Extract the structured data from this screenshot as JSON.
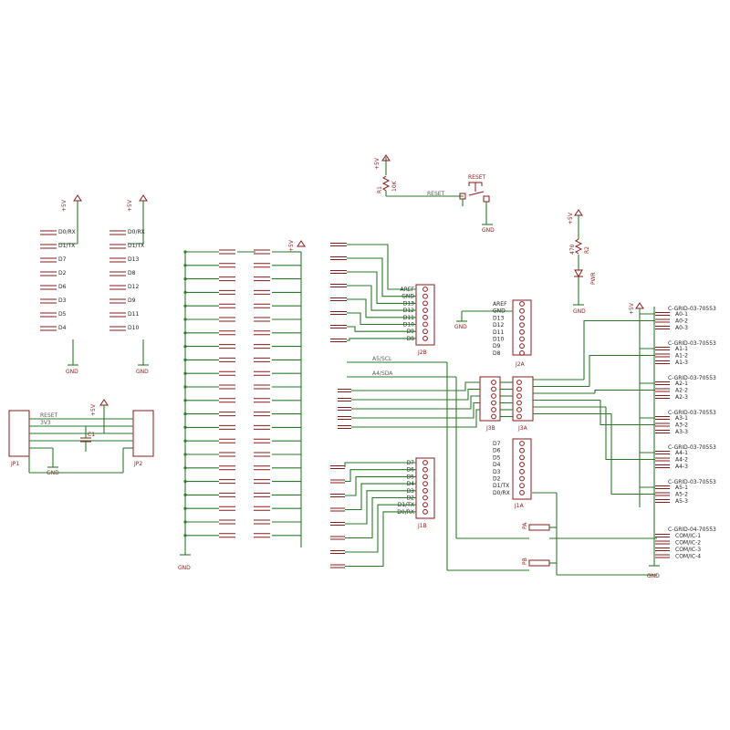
{
  "schematic": {
    "reset_label": "RESET",
    "r1": {
      "name": "R1",
      "value": "10K"
    },
    "r2": {
      "name": "R2",
      "value": "470"
    },
    "led": "PWR",
    "c1": "C1",
    "jp1": "JP1",
    "jp2": "JP2",
    "vcc": "+5V",
    "gnd": "GND",
    "jp_labels": [
      "RESET",
      "3V3"
    ],
    "header_left_a": [
      "D0/RX",
      "D1/TX",
      "D7",
      "D2",
      "D6",
      "D3",
      "D5",
      "D4"
    ],
    "header_left_b": [
      "D0/RX",
      "D1/TX",
      "D13",
      "D8",
      "D12",
      "D9",
      "D11",
      "D10"
    ],
    "j2b": {
      "name": "J2B",
      "pins": [
        "AREF",
        "GND",
        "D13",
        "D12",
        "D11",
        "D10",
        "D9",
        "D8"
      ]
    },
    "j2a": {
      "name": "J2A",
      "pins": [
        "AREF",
        "GND",
        "D13",
        "D12",
        "D11",
        "D10",
        "D9",
        "D8"
      ]
    },
    "j3b": "J3B",
    "j3a": "J3A",
    "i2c": [
      "A5/SCL",
      "A4/SDA"
    ],
    "j1b": {
      "name": "J1B",
      "pins": [
        "D7",
        "D6",
        "D5",
        "D4",
        "D3",
        "D2",
        "D1/TX",
        "D0/RX"
      ]
    },
    "j1a": {
      "name": "J1A",
      "pins": [
        "D7",
        "D6",
        "D5",
        "D4",
        "D3",
        "D2",
        "D1/TX",
        "D0/RX"
      ]
    },
    "p_a": "PA",
    "p_b": "PB",
    "grid3": "C-GRID-03-70553",
    "grid4": "C-GRID-04-70553",
    "groups": [
      [
        "A0-1",
        "A0-2",
        "A0-3"
      ],
      [
        "A1-1",
        "A1-2",
        "A1-3"
      ],
      [
        "A2-1",
        "A2-2",
        "A2-3"
      ],
      [
        "A3-1",
        "A3-2",
        "A3-3"
      ],
      [
        "A4-1",
        "A4-2",
        "A4-3"
      ],
      [
        "A5-1",
        "A5-2",
        "A5-3"
      ]
    ],
    "com": [
      "COM/IC-1",
      "COM/IC-2",
      "COM/IC-3",
      "COM/IC-4"
    ]
  }
}
